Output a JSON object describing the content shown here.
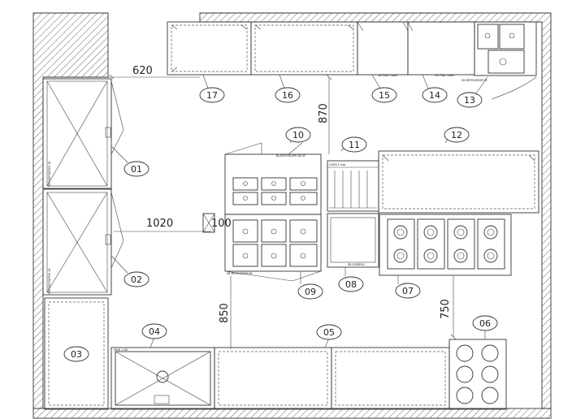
{
  "dimensions": {
    "d620": "620",
    "d870": "870",
    "d1020": "1020",
    "d100": "100",
    "d850": "850",
    "d750": "750"
  },
  "equipment_tags": [
    "01",
    "02",
    "03",
    "04",
    "05",
    "06",
    "07",
    "08",
    "09",
    "10",
    "11",
    "12",
    "13",
    "14",
    "15",
    "16",
    "17"
  ],
  "small_labels": {
    "l09": "SB-REFRIGERATOR",
    "l10": "BLASTCHILLER 1B-SF",
    "l11": "OVEN 1 hob",
    "l08": "SB-GRIDDLE",
    "l04": "SINK 1-SB",
    "l13": "2B-REFRIGERATOR",
    "l14": "2B-Prep. table",
    "l15": "2B-Prep. table",
    "l01": "REFRIGERATOR 1B",
    "l02": "REFRIGERATOR 1B"
  }
}
